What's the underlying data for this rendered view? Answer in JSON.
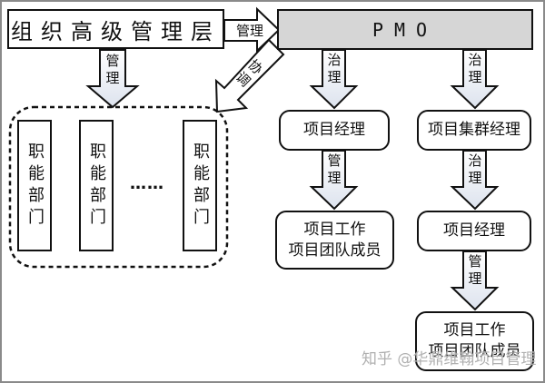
{
  "diagram": {
    "top_level": "组织高级管理层",
    "pmo": "PMO",
    "functional_group": {
      "departments": [
        "职能部门",
        "职能部门",
        "职能部门"
      ],
      "ellipsis": "……"
    },
    "arrows": {
      "top_to_pmo": "管理",
      "top_to_functional": "管理",
      "pmo_to_functional": "协调",
      "pmo_to_left": "治理",
      "pmo_to_right": "治理",
      "left_pm_to_team": "管理",
      "cluster_to_pm": "治理",
      "right_pm_to_team": "管理"
    },
    "left_branch": {
      "project_manager": "项目经理",
      "team_line1": "项目工作",
      "team_line2": "项目团队成员"
    },
    "right_branch": {
      "cluster_manager": "项目集群经理",
      "project_manager": "项目经理",
      "team_line1": "项目工作",
      "team_line2": "项目团队成员"
    },
    "watermark": "知乎 @华鼎维翰项目管理"
  },
  "colors": {
    "pmo_fill": "#d6d6d6",
    "arrow_fill_top": "#ffffff",
    "arrow_fill_bottom": "#dde3ee",
    "border": "#111111",
    "frame": "#8a8a8a"
  }
}
